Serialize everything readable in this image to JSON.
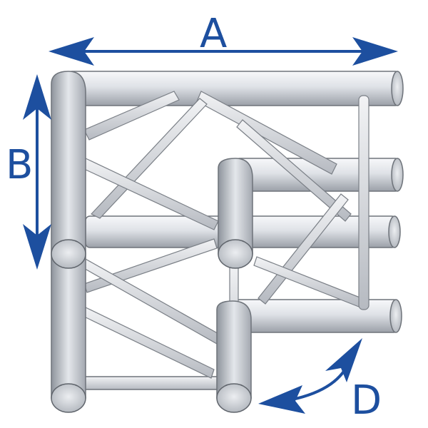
{
  "labels": {
    "a": "A",
    "b": "B",
    "d": "D"
  },
  "colors": {
    "arrow": "#1d4f9f",
    "tube_light": "#f4f5f7",
    "tube_mid": "#cfd3da",
    "tube_dark": "#8d939c",
    "outline": "#6e737a"
  }
}
